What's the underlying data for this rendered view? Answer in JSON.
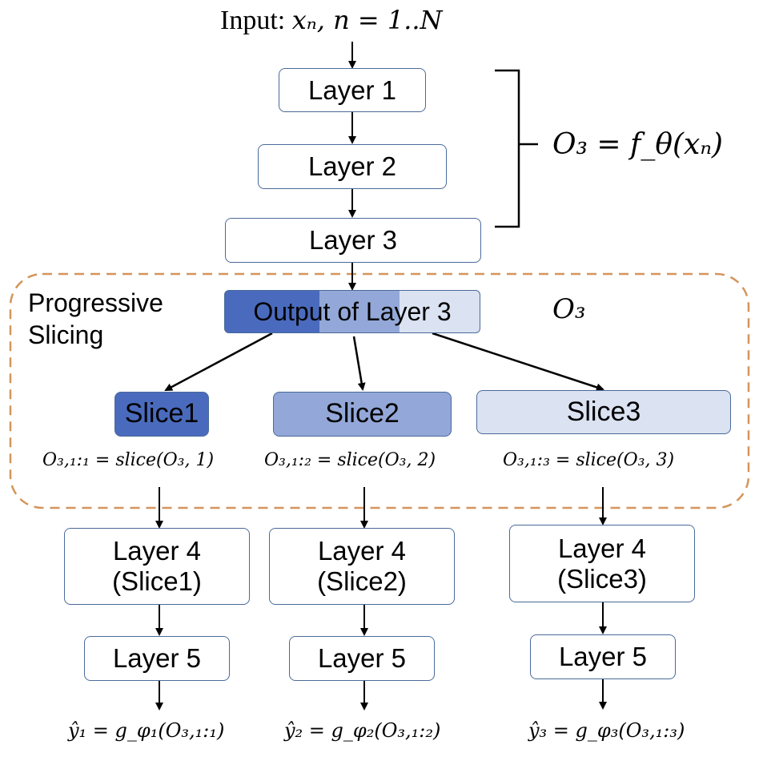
{
  "input": {
    "prefix": "Input: ",
    "expr": "xₙ, n = 1..N"
  },
  "layers": {
    "l1": "Layer 1",
    "l2": "Layer 2",
    "l3": "Layer 3"
  },
  "brace_formula": "O₃ = f_θ(xₙ)",
  "region": {
    "label_line1": "Progressive",
    "label_line2": "Slicing",
    "output_label": "Output of Layer 3",
    "o3": "O₃"
  },
  "slices": [
    {
      "name": "Slice1",
      "formula": "O₃,₁:₁ = slice(O₃, 1)",
      "layer4_a": "Layer 4",
      "layer4_b": "(Slice1)",
      "layer5": "Layer 5",
      "out": "ŷ₁ = g_φ₁(O₃,₁:₁)",
      "color": "#4a6bbd"
    },
    {
      "name": "Slice2",
      "formula": "O₃,₁:₂ = slice(O₃, 2)",
      "layer4_a": "Layer 4",
      "layer4_b": "(Slice2)",
      "layer5": "Layer 5",
      "out": "ŷ₂ = g_φ₂(O₃,₁:₂)",
      "color": "#93a8d8"
    },
    {
      "name": "Slice3",
      "formula": "O₃,₁:₃ = slice(O₃, 3)",
      "layer4_a": "Layer 4",
      "layer4_b": "(Slice3)",
      "layer5": "Layer 5",
      "out": "ŷ₃ = g_φ₃(O₃,₁:₃)",
      "color": "#dbe2f2"
    }
  ],
  "colors": {
    "border": "#4a6a9a",
    "dashed": "#d4955a",
    "dark": "#4a6bbd",
    "mid": "#93a8d8",
    "light": "#dbe2f2"
  }
}
